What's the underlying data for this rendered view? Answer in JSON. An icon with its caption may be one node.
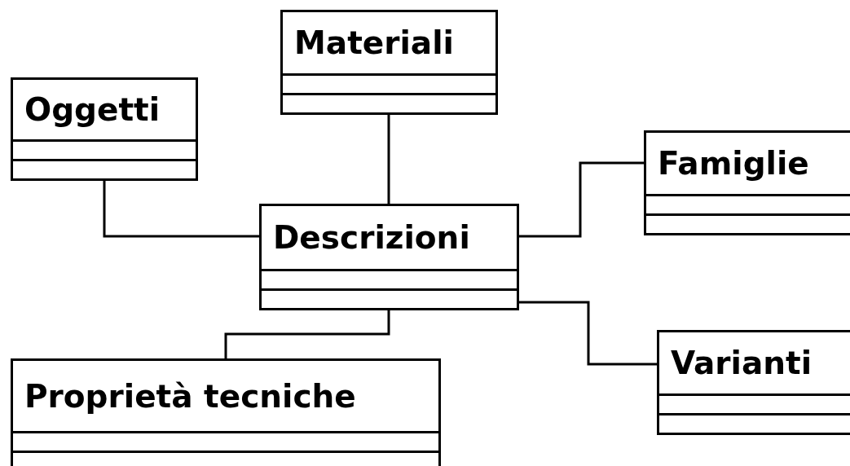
{
  "diagram": {
    "nodes": [
      {
        "text": [
          "Materiali"
        ]
      },
      {
        "text": [
          "Oggetti"
        ]
      },
      {
        "text": [
          "Descrizioni"
        ]
      },
      {
        "text": [
          "Famiglie"
        ]
      },
      {
        "text": [
          "Varianti"
        ]
      },
      {
        "text": [
          "Proprietà tecniche"
        ]
      }
    ],
    "edges": [
      {
        "from": 1,
        "to": 2,
        "arrow": "none"
      },
      {
        "from": 0,
        "to": 2,
        "arrow": "none"
      },
      {
        "from": 2,
        "to": 3,
        "arrow": "none"
      },
      {
        "from": 2,
        "to": 4,
        "arrow": "none"
      },
      {
        "from": 2,
        "to": 5,
        "arrow": "none"
      }
    ]
  }
}
